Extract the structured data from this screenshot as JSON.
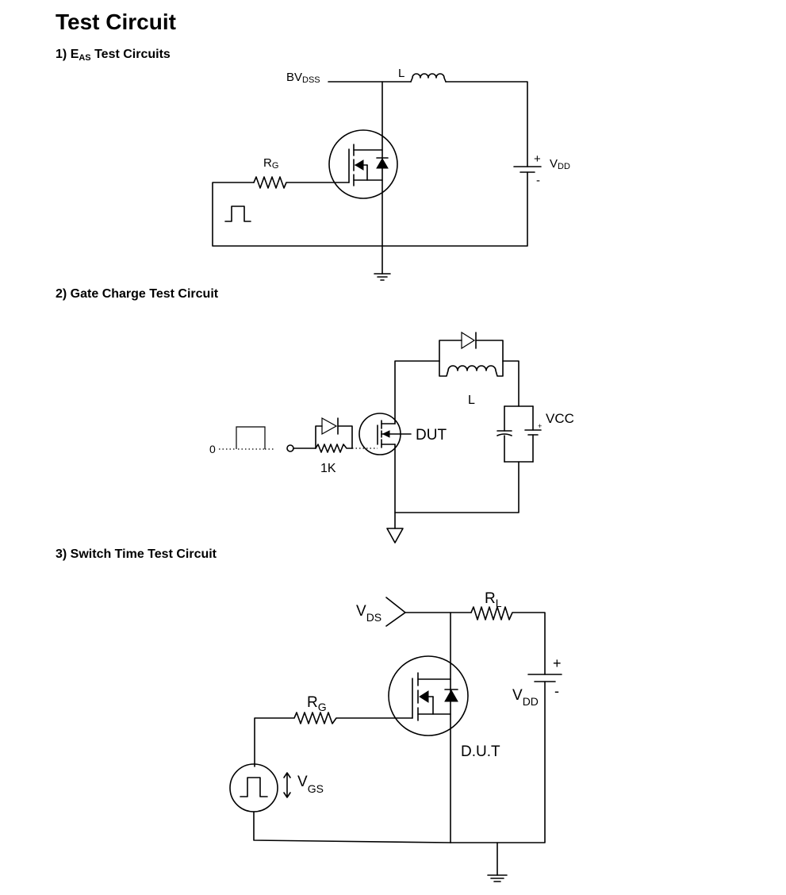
{
  "title": "Test Circuit",
  "sections": [
    {
      "num": "1)",
      "heading_main": "E",
      "heading_sub": "AS",
      "heading_rest": " Test Circuits",
      "labels": {
        "bv_main": "BV",
        "bv_sub": "DSS",
        "l": "L",
        "rg_main": "R",
        "rg_sub": "G",
        "plus": "+",
        "vdd_main": "V",
        "vdd_sub": "DD",
        "minus": "-"
      }
    },
    {
      "heading": "2) Gate Charge Test Circuit",
      "labels": {
        "zero": "0",
        "r1k": "1K",
        "dut": "DUT",
        "l": "L",
        "vcc": "VCC"
      }
    },
    {
      "heading": "3) Switch Time Test Circuit",
      "labels": {
        "vds_main": "V",
        "vds_sub": "DS",
        "rl_main": "R",
        "rl_sub": "L",
        "plus": "+",
        "vdd_main": "V",
        "vdd_sub": "DD",
        "minus": "-",
        "rg_main": "R",
        "rg_sub": "G",
        "dut": "D.U.T",
        "vgs_main": "V",
        "vgs_sub": "GS"
      }
    }
  ]
}
